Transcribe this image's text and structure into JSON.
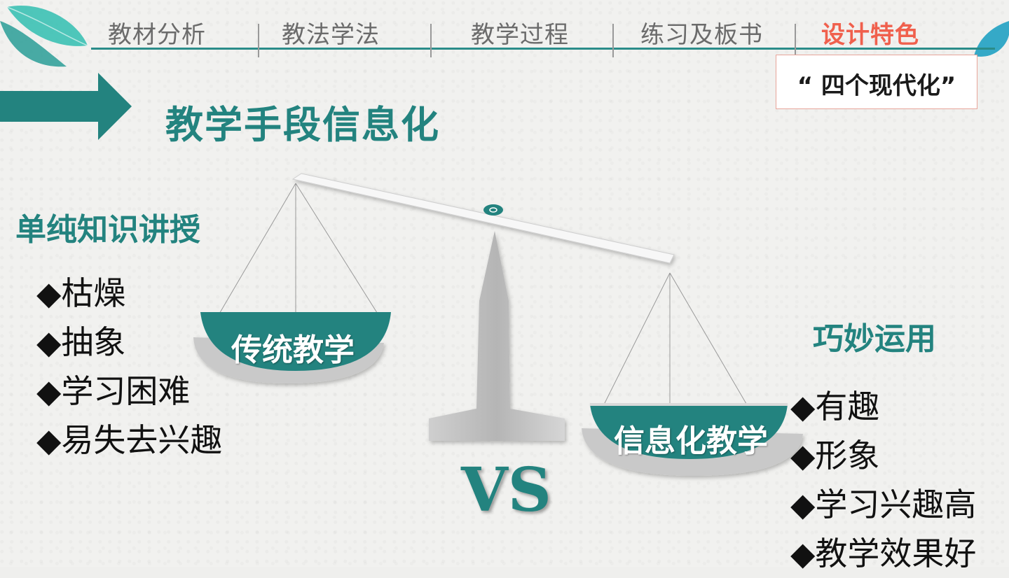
{
  "nav": {
    "items": [
      "教材分析",
      "教法学法",
      "教学过程",
      "练习及板书",
      "设计特色"
    ],
    "active": "设计特色"
  },
  "badge": "“ 四个现代化”",
  "section_title": "教学手段信息化",
  "left": {
    "title": "单纯知识讲授",
    "items": [
      "◆枯燥",
      "◆抽象",
      "◆学习困难",
      "◆易失去兴趣"
    ]
  },
  "right": {
    "title": "巧妙运用",
    "items": [
      "◆有趣",
      "◆形象",
      "◆学习兴趣高",
      "◆教学效果好"
    ]
  },
  "scale": {
    "left_pan": "传统教学",
    "right_pan": "信息化教学"
  },
  "vs": "VS",
  "colors": {
    "teal": "#23837f",
    "accent_red": "#f0604d",
    "nav_gray": "#6b6b6b",
    "scale_gray": "#bdbdbd"
  },
  "icons": [
    "leaf-decoration-icon",
    "arrow-right-icon",
    "pivot-icon"
  ]
}
